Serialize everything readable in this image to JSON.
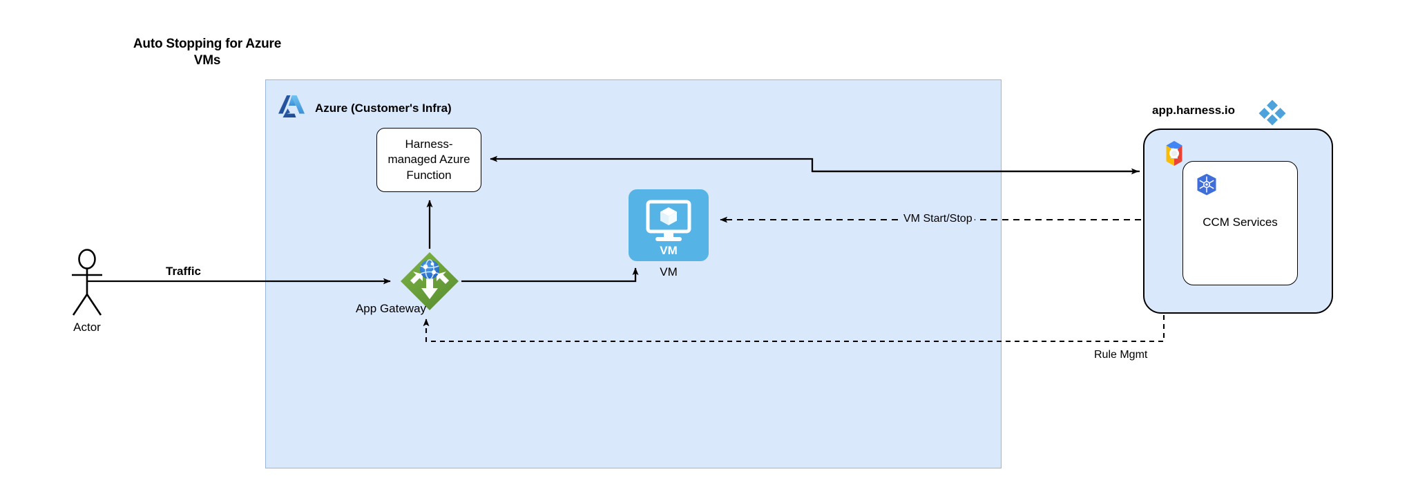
{
  "title": "Auto Stopping for Azure VMs",
  "azure": {
    "label": "Azure (Customer's Infra)",
    "logo_icon": "azure-logo-icon",
    "fill_color": "#dae8fc",
    "border_color": "#98b7dd",
    "nodes": {
      "function": {
        "label": "Harness-managed Azure Function",
        "shape": "rounded-rect"
      },
      "app_gateway": {
        "label": "App Gateway",
        "icon": "azure-application-gateway-icon",
        "icon_color": "#6aa243"
      },
      "vm": {
        "label": "VM",
        "icon_label": "VM",
        "icon": "azure-virtual-machine-icon",
        "icon_color": "#55b3e5"
      }
    }
  },
  "harness": {
    "title": "app.harness.io",
    "logo_icon": "harness-logo-icon",
    "logo_color": "#4da2dc",
    "platform_icon": "google-cloud-icon",
    "service": {
      "label": "CCM Services",
      "icon": "kubernetes-icon",
      "icon_color": "#3f6ed8"
    }
  },
  "actor": {
    "label": "Actor",
    "icon": "actor-stick-figure-icon"
  },
  "edges": {
    "traffic": "Traffic",
    "vm_start_stop": "VM Start/Stop",
    "rule_mgmt": "Rule Mgmt"
  }
}
